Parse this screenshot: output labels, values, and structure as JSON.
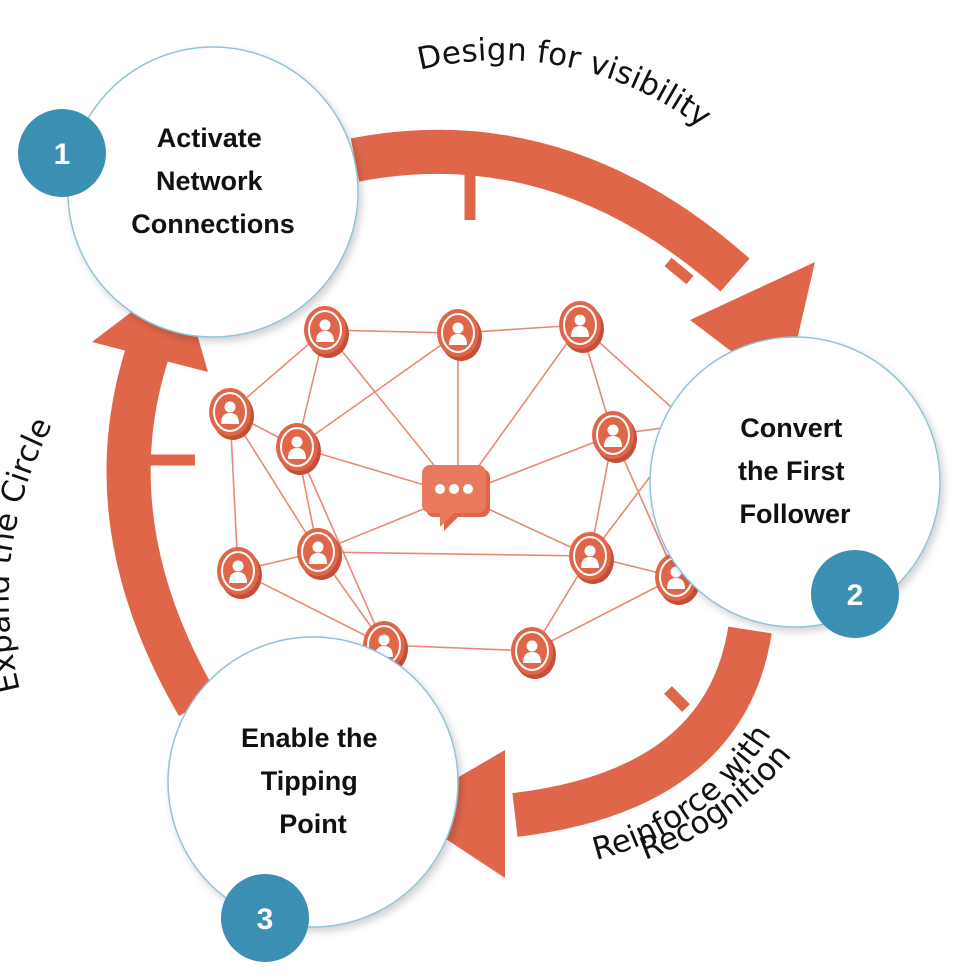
{
  "colors": {
    "accent": "#e0664a",
    "badge": "#3a8fb2",
    "node_line": "#e88a74",
    "circle_stroke": "#8fc3da"
  },
  "stages": [
    {
      "number": "1",
      "lines": [
        "Activate",
        "Network",
        "Connections"
      ]
    },
    {
      "number": "2",
      "lines": [
        "Convert",
        "the First",
        "Follower"
      ]
    },
    {
      "number": "3",
      "lines": [
        "Enable the",
        "Tipping",
        "Point"
      ]
    }
  ],
  "transitions": [
    {
      "lines": [
        "Design for visibility"
      ]
    },
    {
      "lines": [
        "Reinforce with",
        "Recognition"
      ]
    },
    {
      "lines": [
        "Expand the Circle"
      ]
    }
  ],
  "center_icon": "chat-bubble-icon",
  "node_icon": "person-icon"
}
